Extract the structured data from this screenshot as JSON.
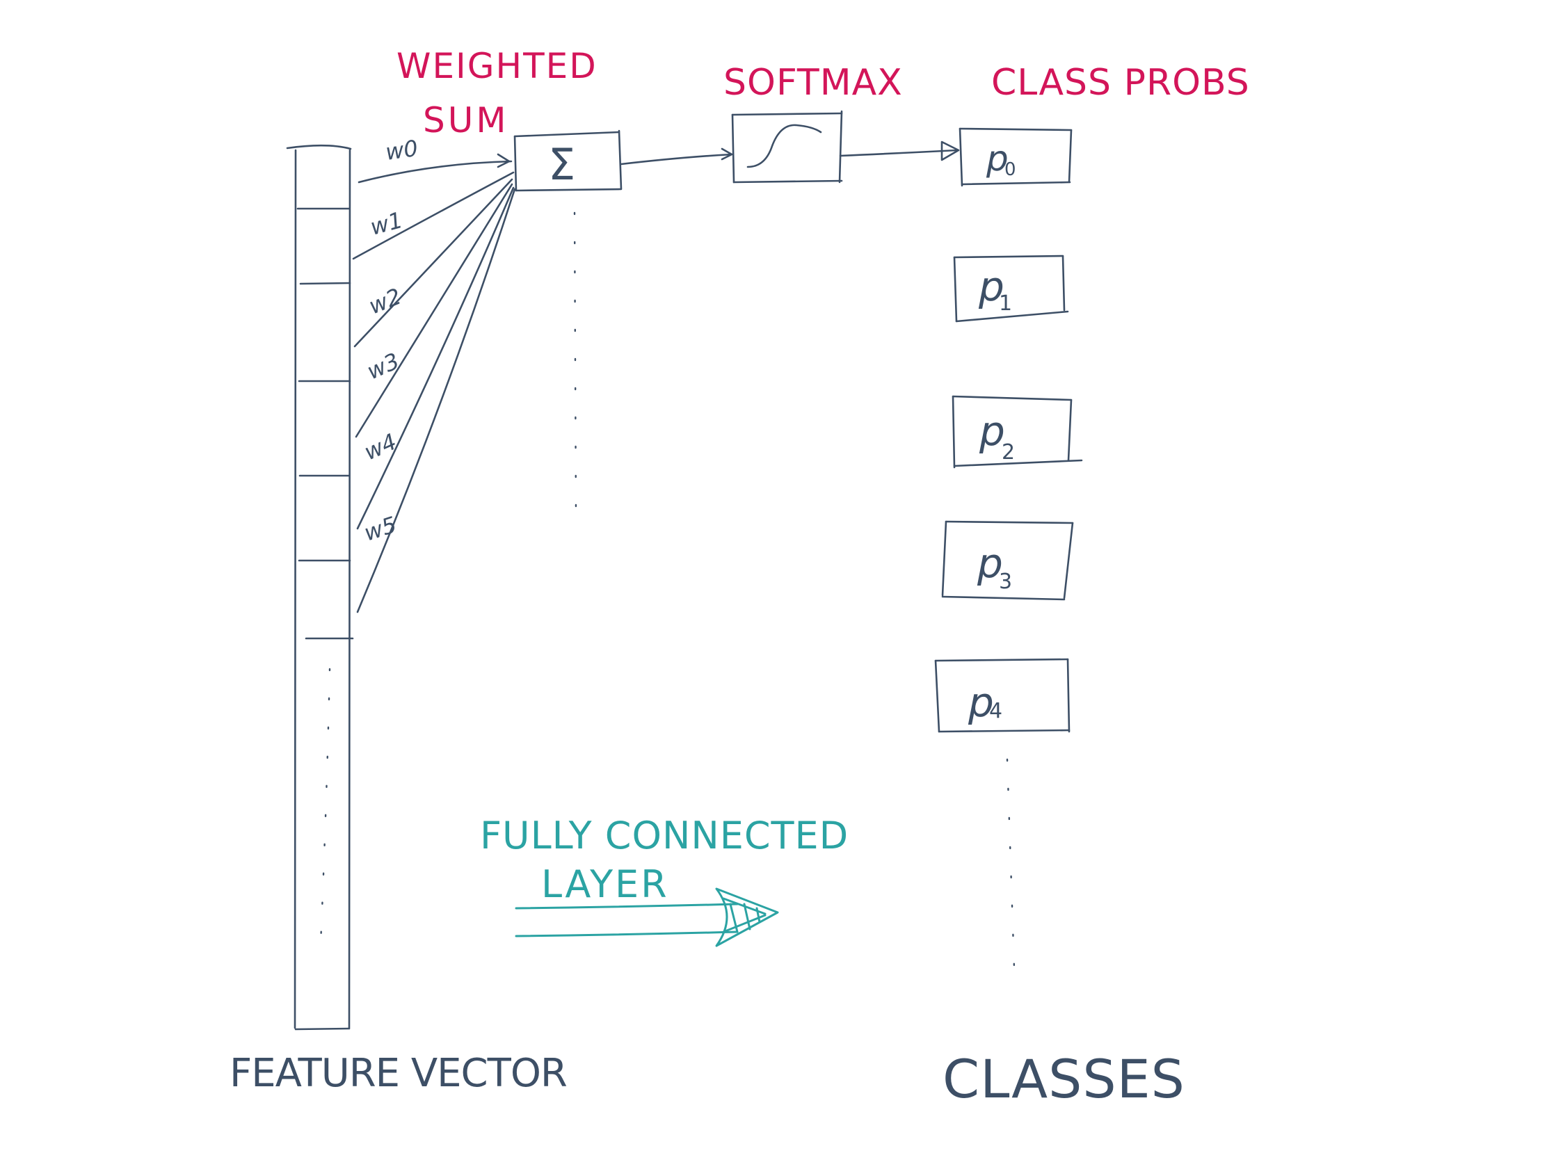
{
  "labels": {
    "weighted_sum_line1": "WEIGHTED",
    "weighted_sum_line2": "SUM",
    "softmax": "SOFTMAX",
    "class_probs": "CLASS PROBS",
    "feature_vector": "FEATURE VECTOR",
    "classes": "CLASSES",
    "fc_line1": "FULLY CONNECTED",
    "fc_line2": "LAYER"
  },
  "weights": [
    "w0",
    "w1",
    "w2",
    "w3",
    "w4",
    "w5"
  ],
  "sum_symbol": "Σ",
  "probs": [
    {
      "base": "p",
      "sub": "0"
    },
    {
      "base": "p",
      "sub": "1"
    },
    {
      "base": "p",
      "sub": "2"
    },
    {
      "base": "p",
      "sub": "3"
    },
    {
      "base": "p",
      "sub": "4"
    }
  ],
  "colors": {
    "ink": "#3d4f66",
    "label_red": "#d31559",
    "label_teal": "#2ba3a3"
  }
}
